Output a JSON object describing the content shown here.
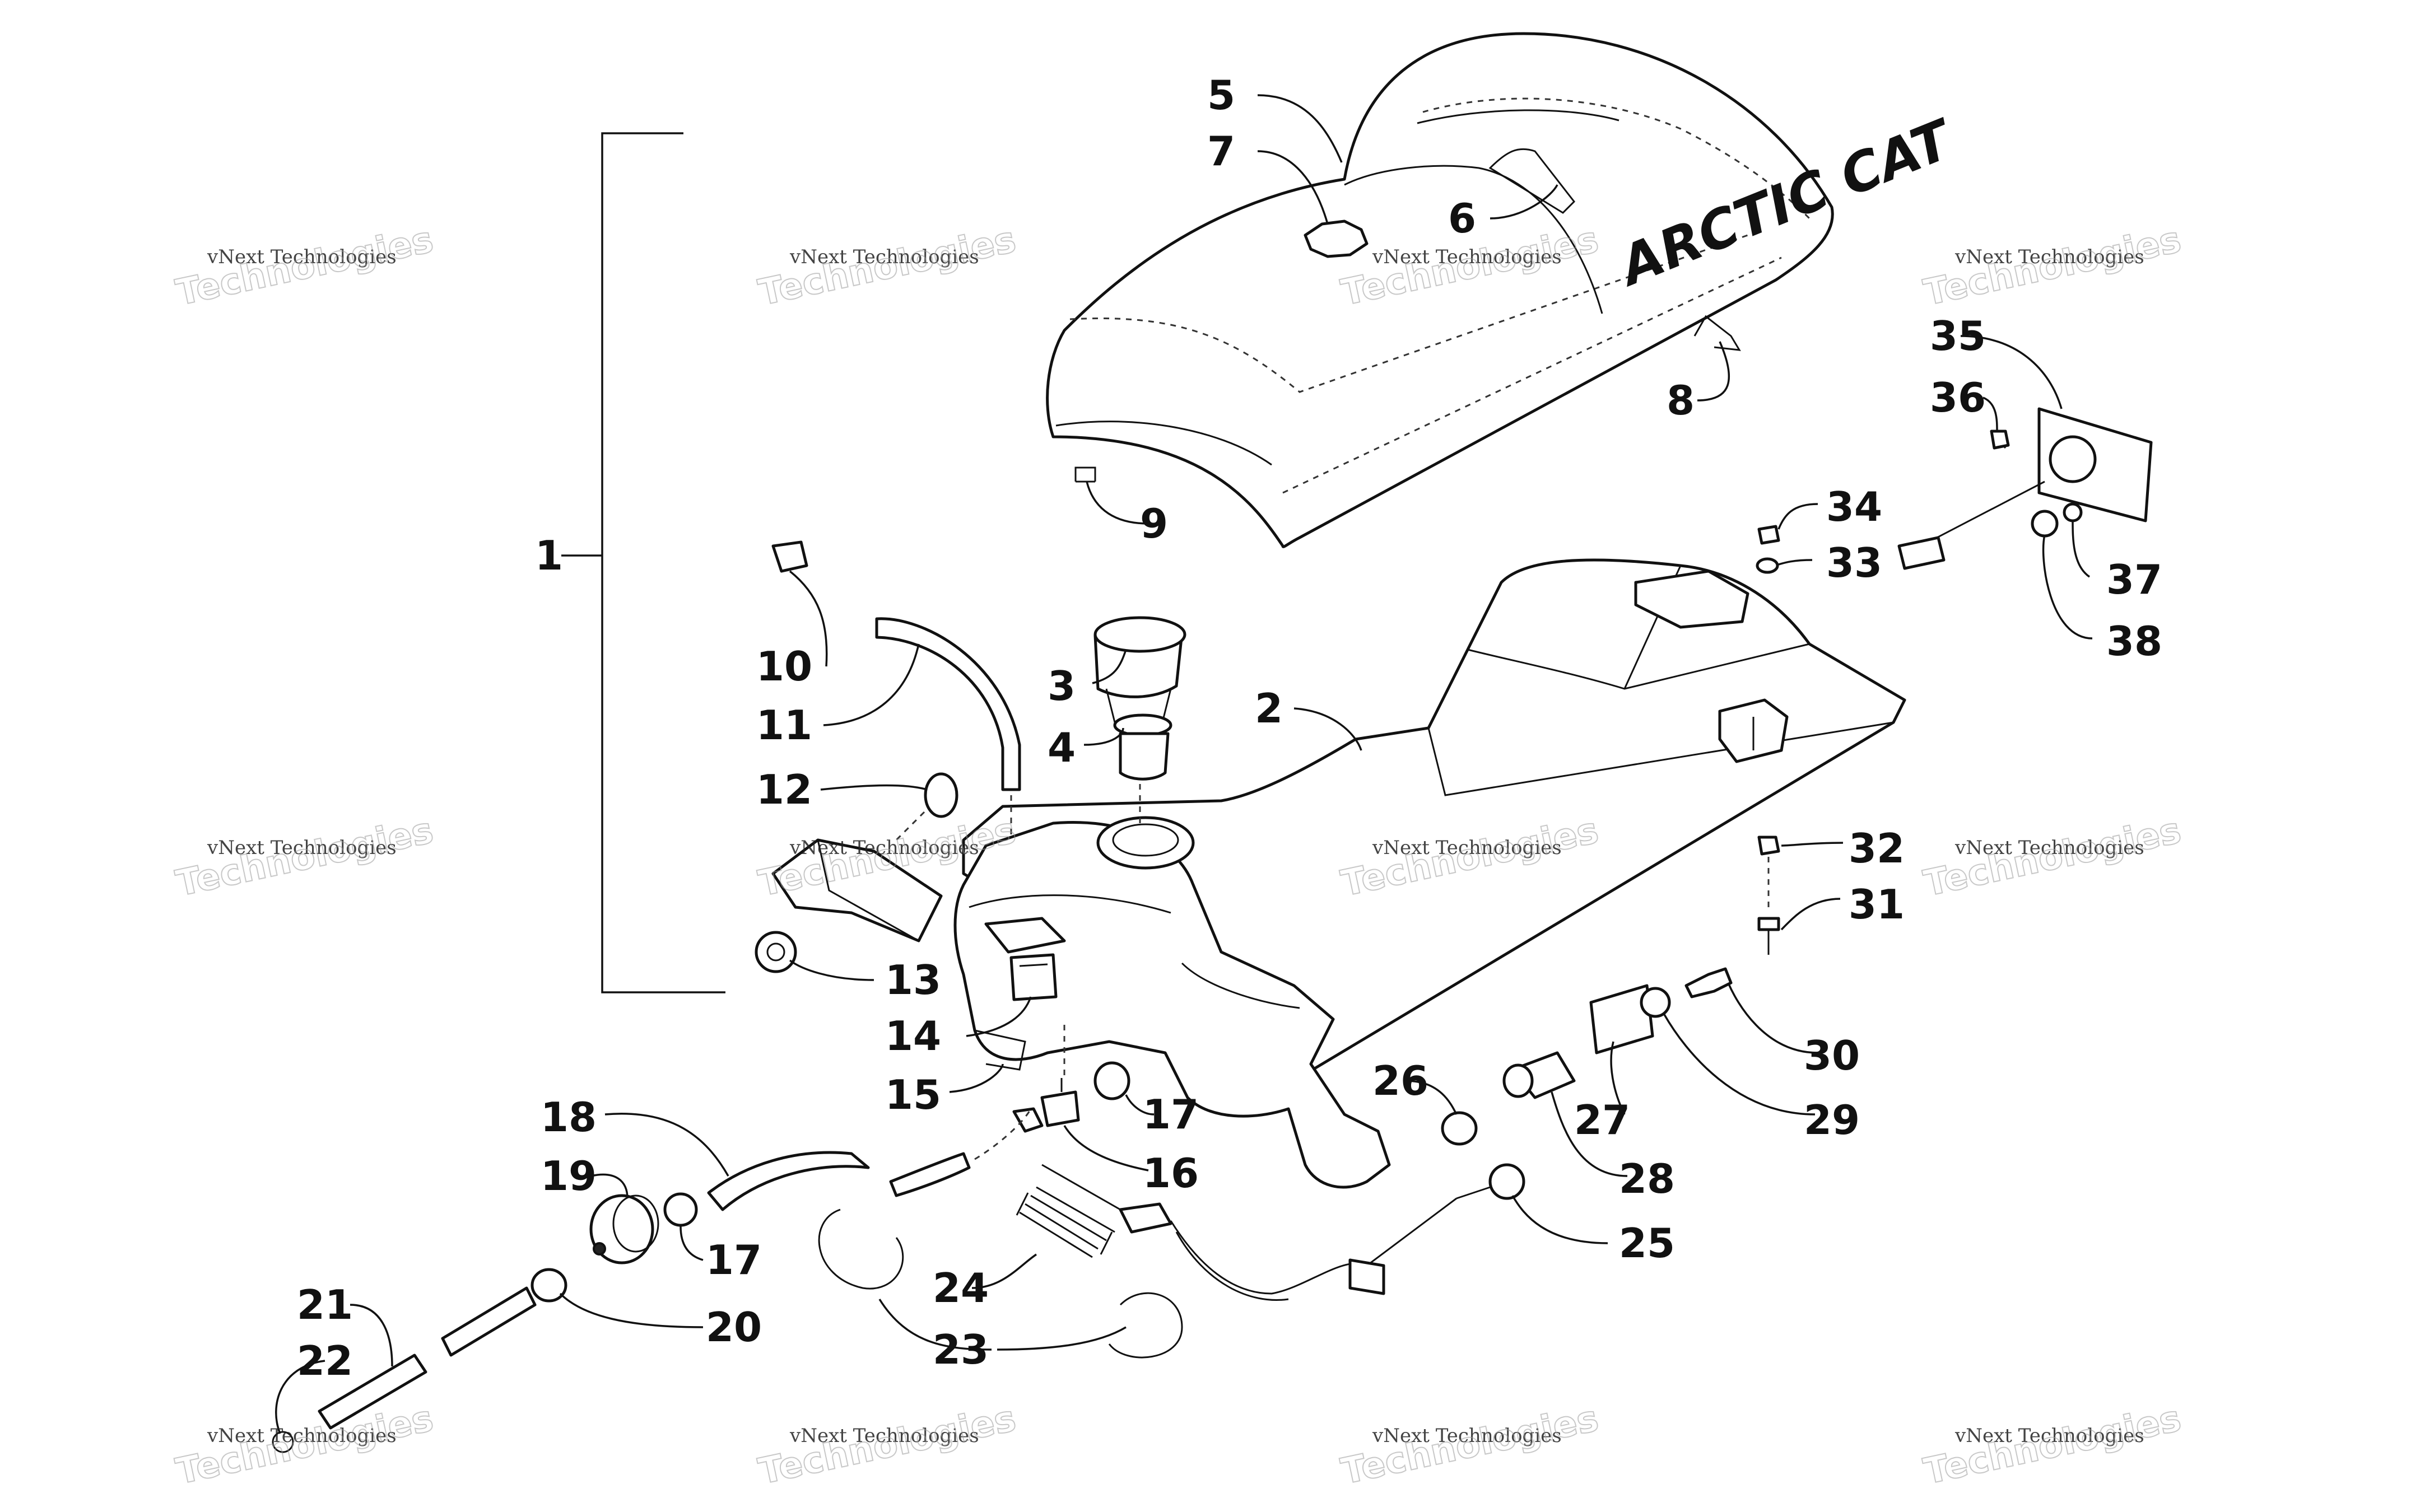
{
  "diagram": {
    "brand_text": "ARCTIC CAT",
    "callouts": [
      "1",
      "2",
      "3",
      "4",
      "5",
      "6",
      "7",
      "8",
      "9",
      "10",
      "11",
      "12",
      "13",
      "14",
      "15",
      "16",
      "17",
      "17",
      "18",
      "19",
      "20",
      "21",
      "22",
      "23",
      "24",
      "25",
      "26",
      "27",
      "28",
      "29",
      "30",
      "31",
      "32",
      "33",
      "34",
      "35",
      "36",
      "37",
      "38"
    ],
    "watermark": {
      "line1": "vNext Technologies",
      "line2": "Technologies"
    }
  }
}
